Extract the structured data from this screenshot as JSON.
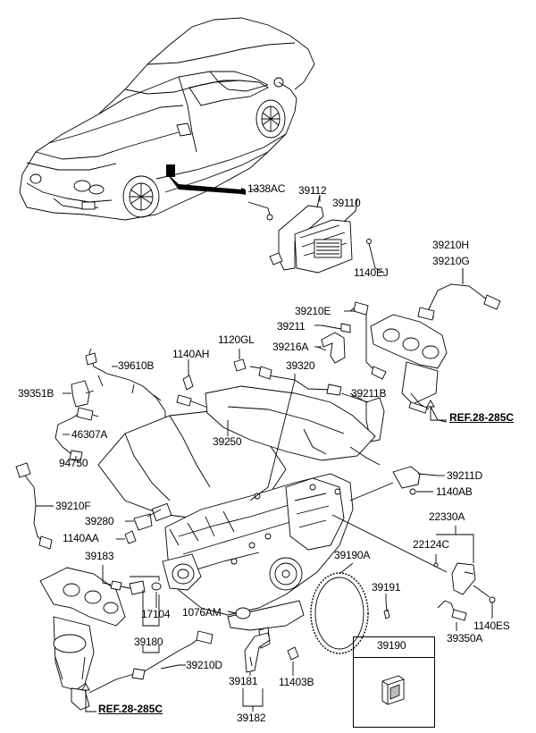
{
  "labels": {
    "p1338AC": "1338AC",
    "p39112": "39112",
    "p39110": "39110",
    "p1140EJ": "1140EJ",
    "p39210H": "39210H",
    "p39210G": "39210G",
    "p39210E": "39210E",
    "p39211": "39211",
    "p39216A": "39216A",
    "p1120GL": "1120GL",
    "p1140AH": "1140AH",
    "p39610B": "39610B",
    "p39320": "39320",
    "p39351B": "39351B",
    "p39211B": "39211B",
    "p46307A": "46307A",
    "p39250": "39250",
    "p94750": "94750",
    "p39211D": "39211D",
    "p1140AB": "1140AB",
    "p39210F": "39210F",
    "p39280": "39280",
    "p1140AA": "1140AA",
    "p22330A": "22330A",
    "p22124C": "22124C",
    "p39183": "39183",
    "p39190A": "39190A",
    "p39191": "39191",
    "p17104": "17104",
    "p1076AM": "1076AM",
    "p1140ES": "1140ES",
    "p39350A": "39350A",
    "p39190": "39190",
    "p39180": "39180",
    "p39210D": "39210D",
    "p39181": "39181",
    "p11403B": "11403B",
    "p39182": "39182"
  },
  "refs": {
    "ref_right": "REF.28-285C",
    "ref_bottom": "REF.28-285C"
  }
}
